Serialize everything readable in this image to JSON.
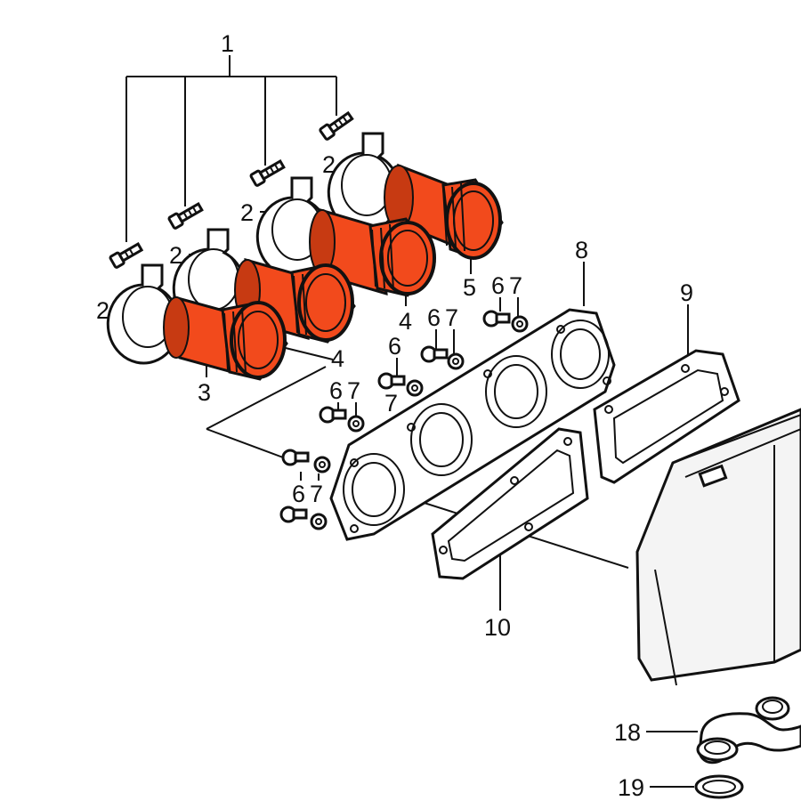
{
  "diagram": {
    "colors": {
      "accent": "#f24a1c",
      "accent_dark": "#c73a12",
      "box_fill": "#f4f4f4"
    },
    "callouts": {
      "c1": "1",
      "c2a": "2",
      "c2b": "2",
      "c2c": "2",
      "c2d": "2",
      "c3": "3",
      "c4a": "4",
      "c4b": "4",
      "c5": "5",
      "c6a": "6",
      "c6b": "6",
      "c6c": "6",
      "c6d": "6",
      "c6e": "6",
      "c7a": "7",
      "c7b": "7",
      "c7c": "7",
      "c7d": "7",
      "c7e": "7",
      "c8": "8",
      "c9": "9",
      "c10": "10",
      "c18": "18",
      "c19": "19"
    }
  }
}
